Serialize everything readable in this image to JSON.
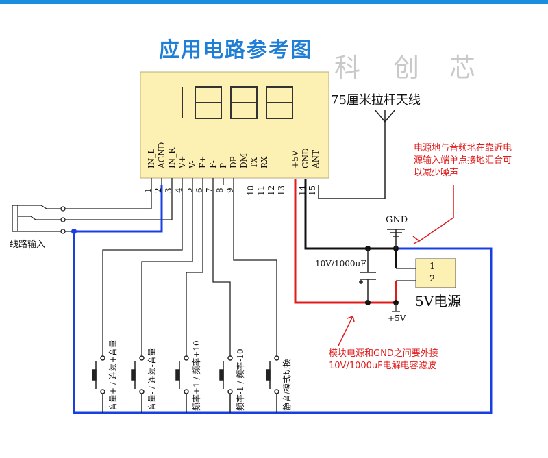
{
  "title": "应用电路参考图",
  "watermark": [
    "科",
    "创",
    "芯"
  ],
  "display_digits": "1888",
  "antenna_label": "75厘米拉杆天线",
  "pins": [
    {
      "num": "1",
      "label": "IN_L"
    },
    {
      "num": "2",
      "label": "AGND"
    },
    {
      "num": "3",
      "label": "IN_R"
    },
    {
      "num": "4",
      "label": "V+"
    },
    {
      "num": "5",
      "label": "V-"
    },
    {
      "num": "6",
      "label": "F+"
    },
    {
      "num": "7",
      "label": "F-"
    },
    {
      "num": "8",
      "label": "P"
    },
    {
      "num": "9",
      "label": "DP"
    },
    {
      "num": "10",
      "label": "DM"
    },
    {
      "num": "11",
      "label": "TX"
    },
    {
      "num": "12",
      "label": "RX"
    },
    {
      "num": "13",
      "label": "+5V"
    },
    {
      "num": "14",
      "label": "GND"
    },
    {
      "num": "15",
      "label": "ANT"
    }
  ],
  "line_input_label": "线路输入",
  "ground_note": [
    "电源地与音频地在靠近电",
    "源输入端单点接地汇合可",
    "以减少噪声"
  ],
  "gnd_label": "GND",
  "capacitor_label": "10V/1000uF",
  "psu": {
    "label": "5V电源",
    "pin1": "1",
    "pin2": "2"
  },
  "v5_label": "+5V",
  "cap_note": [
    "模块电源和GND之间要外接",
    "10V/1000uF电解电容滤波"
  ],
  "buttons": [
    "音量+ / 连续+音量",
    "音量- / 连续-音量",
    "频率+1 / 频率+10",
    "频率-1 / 频率-10",
    "静音/模式切换"
  ],
  "colors": {
    "wire_blue": "#1a3fe0",
    "wire_red": "#e01b1b",
    "module_fill": "#fdf0b3",
    "title_blue": "#1f7fd6",
    "topbar": "#1b8ee0"
  }
}
